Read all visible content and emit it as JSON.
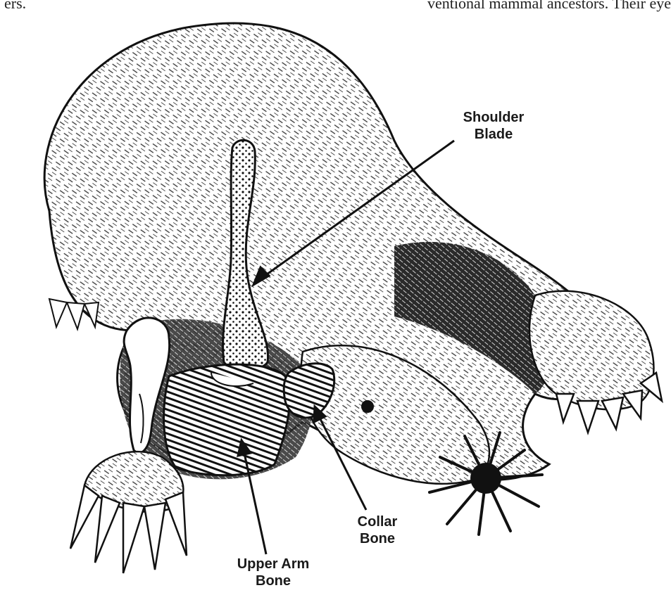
{
  "header_fragments": {
    "left": "ers.",
    "right": "ventional mammal ancestors. Their eye"
  },
  "labels": {
    "shoulder_blade": [
      "Shoulder",
      "Blade"
    ],
    "collar_bone": [
      "Collar",
      "Bone"
    ],
    "upper_arm_bone": [
      "Upper Arm",
      "Bone"
    ]
  }
}
